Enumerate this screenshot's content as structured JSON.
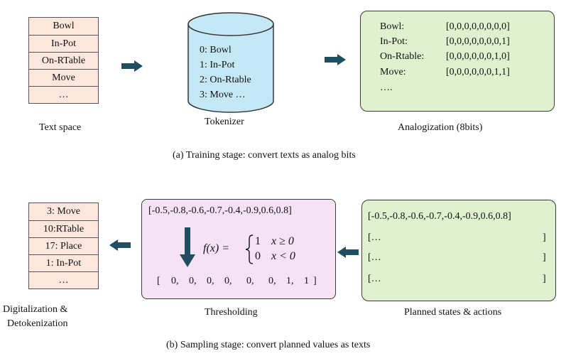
{
  "training": {
    "text_space": {
      "items": [
        "Bowl",
        "In-Pot",
        "On-RTable",
        "Move",
        "…"
      ],
      "caption": "Text space"
    },
    "tokenizer": {
      "entries": [
        "0: Bowl",
        "1: In-Pot",
        "2: On-Rtable",
        "3: Move …"
      ],
      "caption": "Tokenizer"
    },
    "analogization": {
      "rows": [
        {
          "label": "Bowl:",
          "bits": "[0,0,0,0,0,0,0,0]"
        },
        {
          "label": "In-Pot:",
          "bits": "[0,0,0,0,0,0,0,1]"
        },
        {
          "label": "On-Rtable:",
          "bits": "[0,0,0,0,0,0,1,0]"
        },
        {
          "label": "Move:",
          "bits": "[0,0,0,0,0,0,1,1]"
        }
      ],
      "ellipsis": "….",
      "caption": "Analogization (8bits)"
    },
    "stage_caption": "(a) Training stage: convert texts as analog bits"
  },
  "sampling": {
    "detok": {
      "items": [
        "3: Move",
        "10:RTable",
        "17: Place",
        "1: In-Pot",
        "…"
      ],
      "caption_line1": "Digitalization &",
      "caption_line2": "Detokenization"
    },
    "thresholding": {
      "input": "[-0.5,-0.8,-0.6,-0.7,-0.4,-0.9,0.6,0.8]",
      "function": {
        "lhs": "f(x) =",
        "case1_val": "1",
        "case1_cond": "x ≥ 0",
        "case2_val": "0",
        "case2_cond": "x < 0"
      },
      "output": [
        "0,",
        "0,",
        "0,",
        "0,",
        "0,",
        "0,",
        "1,",
        "1"
      ],
      "open_bracket": "[",
      "close_bracket": "]",
      "caption": "Thresholding"
    },
    "planned": {
      "first_row": "[-0.5,-0.8,-0.6,-0.7,-0.4,-0.9,0.6,0.8]",
      "rows": [
        {
          "open": "[…",
          "close": "]"
        },
        {
          "open": "[…",
          "close": "]"
        },
        {
          "open": "[…",
          "close": "]"
        }
      ],
      "caption": "Planned states & actions"
    },
    "stage_caption": "(b) Sampling stage: convert planned values as texts"
  },
  "colors": {
    "arrow": "#1f4e63",
    "stack_fill": "#fde7dc",
    "cylinder_fill": "#c5e8f7",
    "green_fill": "#e0f1cf",
    "pink_fill": "#f5e2f5"
  }
}
